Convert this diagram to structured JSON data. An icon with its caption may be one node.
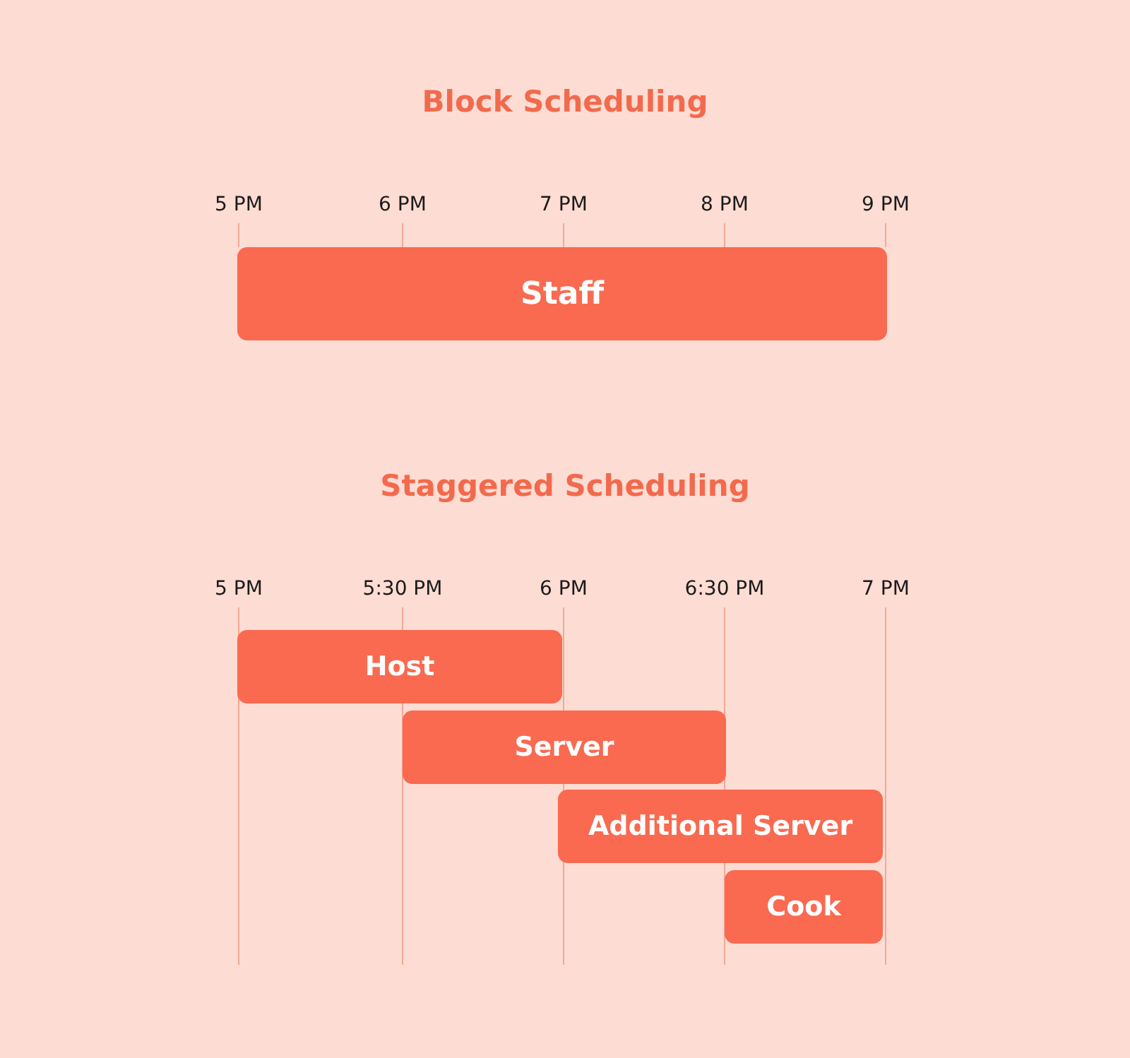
{
  "diagram": {
    "nodes": [
      {
        "text": [
          "Staff"
        ]
      },
      {
        "text": [
          "Host"
        ]
      },
      {
        "text": [
          "Server"
        ]
      },
      {
        "text": [
          "Additional Server"
        ]
      },
      {
        "text": [
          "Cook"
        ]
      }
    ],
    "labels": [
      "Block Scheduling",
      "5 PM",
      "6 PM",
      "7 PM",
      "8 PM",
      "9 PM",
      "Staggered Scheduling",
      "5 PM",
      "5:30 PM",
      "6 PM",
      "6:30 PM",
      "7 PM"
    ]
  }
}
